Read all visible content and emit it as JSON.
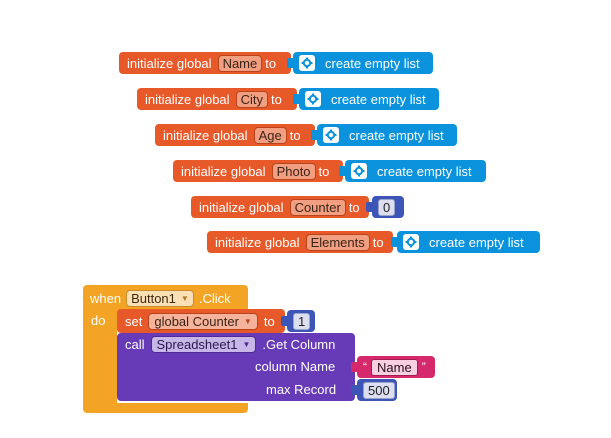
{
  "colors": {
    "variables": "#e8592a",
    "lists": "#0a93dc",
    "math": "#3e55b8",
    "control_event": "#f4a425",
    "component_call": "#673ab7",
    "text": "#d6296b"
  },
  "globals": [
    {
      "kw": "initialize global",
      "name": "Name",
      "to": "to",
      "value_type": "list",
      "icon": "gear-icon",
      "value": "create empty list"
    },
    {
      "kw": "initialize global",
      "name": "City",
      "to": "to",
      "value_type": "list",
      "icon": "gear-icon",
      "value": "create empty list"
    },
    {
      "kw": "initialize global",
      "name": "Age",
      "to": "to",
      "value_type": "list",
      "icon": "gear-icon",
      "value": "create empty list"
    },
    {
      "kw": "initialize global",
      "name": "Photo",
      "to": "to",
      "value_type": "list",
      "icon": "gear-icon",
      "value": "create empty list"
    },
    {
      "kw": "initialize global",
      "name": "Counter",
      "to": "to",
      "value_type": "number",
      "value": "0"
    },
    {
      "kw": "initialize global",
      "name": "Elements",
      "to": "to",
      "value_type": "list",
      "icon": "gear-icon",
      "value": "create empty list"
    }
  ],
  "event": {
    "when": "when",
    "component": "Button1",
    "event": ".Click",
    "do": "do",
    "set": {
      "kw": "set",
      "var": "global Counter",
      "to": "to",
      "value": "1"
    },
    "call": {
      "kw": "call",
      "component": "Spreadsheet1",
      "method": ".Get Column",
      "params": [
        {
          "label": "column Name",
          "type": "text",
          "value": "Name"
        },
        {
          "label": "max Record",
          "type": "number",
          "value": "500"
        }
      ]
    }
  }
}
